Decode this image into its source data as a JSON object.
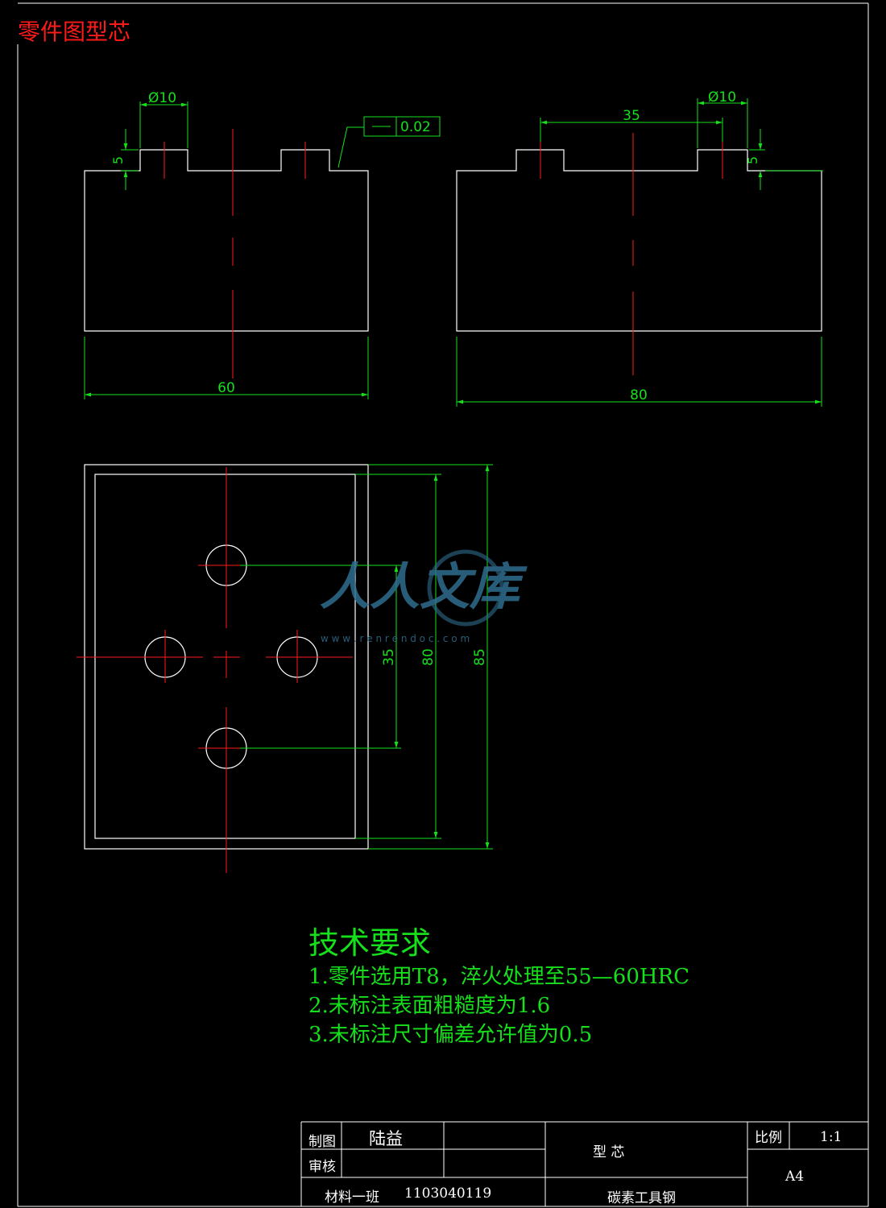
{
  "title": "零件图型芯",
  "views": {
    "front": {
      "dia_label": "Ø10",
      "step_label": "5",
      "tolerance_value": "0.02",
      "width_label": "60"
    },
    "side": {
      "dia_label": "Ø10",
      "spacing_label": "35",
      "step_label": "5",
      "width_label": "80"
    },
    "top": {
      "hole_spacing_label": "35",
      "inner_height_label": "80",
      "outer_height_label": "85"
    }
  },
  "watermark": {
    "text": "人人文库",
    "url": "w w w . r e n r e n d o c . c o m"
  },
  "requirements": {
    "heading": "技术要求",
    "items": [
      "1.零件选用T8，淬火处理至55—60HRC",
      "2.未标注表面粗糙度为1.6",
      "3.未标注尺寸偏差允许值为0.5"
    ]
  },
  "title_block": {
    "drawn_label": "制图",
    "drawn_name": "陆益",
    "review_label": "审核",
    "material_label": "材料一班",
    "student_id": "1103040119",
    "part_name": "型  芯",
    "material": "碳素工具钢",
    "scale_label": "比例",
    "scale_value": "1:1",
    "paper_size": "A4"
  },
  "colors": {
    "outline": "#ffffff",
    "dimension": "#16e01b",
    "centerline": "#ff1a1a",
    "watermark": "#2f6e8f"
  }
}
